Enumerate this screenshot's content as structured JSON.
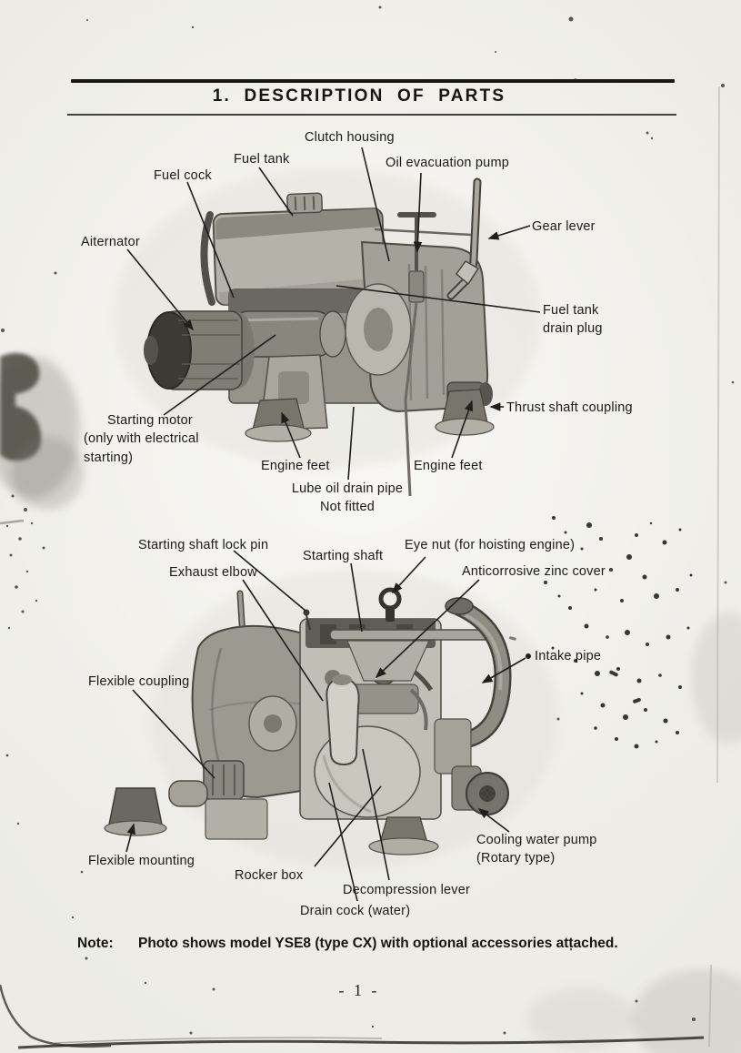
{
  "page": {
    "title": "1.  DESCRIPTION  OF  PARTS",
    "note_label": "Note:",
    "note_text": "Photo shows model YSE8 (type CX) with optional accessories attached.",
    "page_number": "- 1 -"
  },
  "figure_top": {
    "description": "engine side view photo",
    "labels": {
      "clutch_housing": "Clutch housing",
      "fuel_tank": "Fuel tank",
      "oil_evacuation_pump": "Oil evacuation pump",
      "fuel_cock": "Fuel cock",
      "gear_lever": "Gear lever",
      "alternator": "Aiternator",
      "fuel_tank_drain_plug": "Fuel tank\ndrain plug",
      "thrust_shaft_coupling": "Thrust shaft coupling",
      "starting_motor": "Starting motor\n(only with electrical\nstarting)",
      "engine_feet_left": "Engine feet",
      "engine_feet_right": "Engine feet",
      "lube_oil_drain_pipe": "Lube oil drain pipe\nNot fitted"
    }
  },
  "figure_bottom": {
    "description": "engine rear view photo",
    "labels": {
      "starting_shaft_lock_pin": "Starting shaft lock pin",
      "starting_shaft": "Starting shaft",
      "eye_nut": "Eye nut (for hoisting engine)",
      "exhaust_elbow": "Exhaust elbow",
      "anticorrosive_zinc_cover": "Anticorrosive zinc cover",
      "intake_pipe": "Intake pipe",
      "flexible_coupling": "Flexible coupling",
      "flexible_mounting": "Flexible mounting",
      "rocker_box": "Rocker box",
      "decompression_lever": "Decompression lever",
      "drain_cock": "Drain cock (water)",
      "cooling_water_pump": "Cooling water pump\n(Rotary type)"
    }
  }
}
